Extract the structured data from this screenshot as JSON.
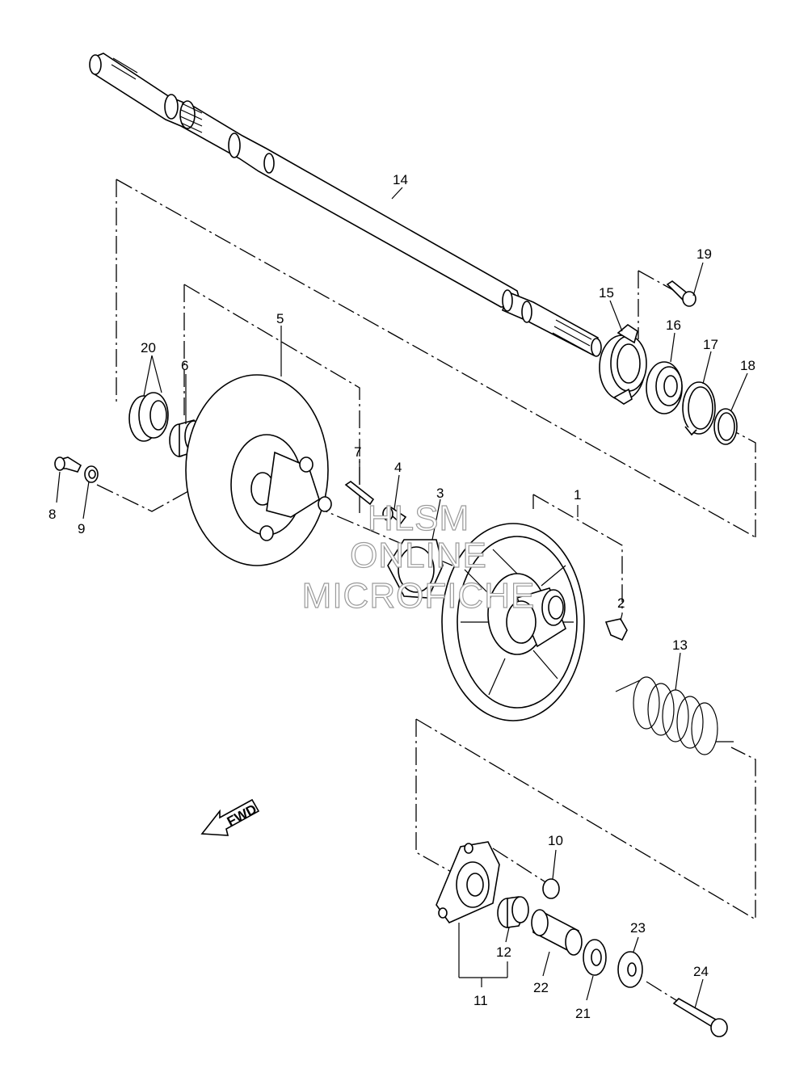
{
  "watermark": {
    "line1": "HLSM",
    "line2": "ONLINE",
    "line3": "MICROFICHE"
  },
  "fwd_label": "FWD",
  "callouts": [
    {
      "id": "c14",
      "text": "14"
    },
    {
      "id": "c19",
      "text": "19"
    },
    {
      "id": "c15",
      "text": "15"
    },
    {
      "id": "c16",
      "text": "16"
    },
    {
      "id": "c17",
      "text": "17"
    },
    {
      "id": "c18",
      "text": "18"
    },
    {
      "id": "c20",
      "text": "20"
    },
    {
      "id": "c6",
      "text": "6"
    },
    {
      "id": "c5",
      "text": "5"
    },
    {
      "id": "c7",
      "text": "7"
    },
    {
      "id": "c4",
      "text": "4"
    },
    {
      "id": "c3",
      "text": "3"
    },
    {
      "id": "c8",
      "text": "8"
    },
    {
      "id": "c9",
      "text": "9"
    },
    {
      "id": "c1",
      "text": "1"
    },
    {
      "id": "c2",
      "text": "2"
    },
    {
      "id": "c13",
      "text": "13"
    },
    {
      "id": "c10",
      "text": "10"
    },
    {
      "id": "c12",
      "text": "12"
    },
    {
      "id": "c11",
      "text": "11"
    },
    {
      "id": "c22",
      "text": "22"
    },
    {
      "id": "c21",
      "text": "21"
    },
    {
      "id": "c23",
      "text": "23"
    },
    {
      "id": "c24",
      "text": "24"
    }
  ]
}
